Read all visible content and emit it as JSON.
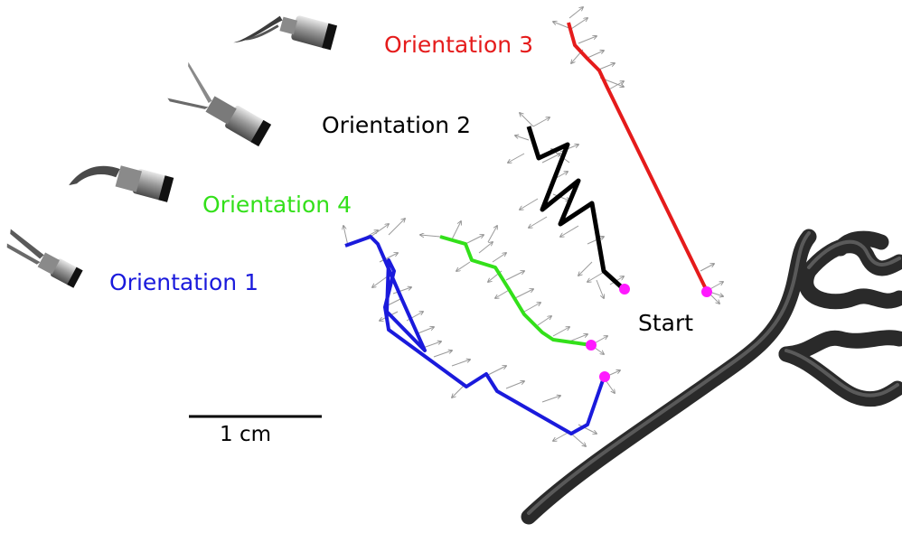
{
  "labels": {
    "orientation_3": "Orientation 3",
    "orientation_2": "Orientation 2",
    "orientation_4": "Orientation 4",
    "orientation_1": "Orientation 1",
    "start": "Start",
    "scale_bar": "1 cm"
  },
  "colors": {
    "orientation_1": "#1a1adc",
    "orientation_2": "#000000",
    "orientation_3": "#e51b1b",
    "orientation_4": "#33e01a",
    "start_marker": "#ff1aff",
    "vessel": "#3a3a3a",
    "frame_arrows": "#9a9a9a"
  },
  "icons": [
    "surgical-instrument-icon",
    "blood-vessel-model",
    "start-marker"
  ]
}
